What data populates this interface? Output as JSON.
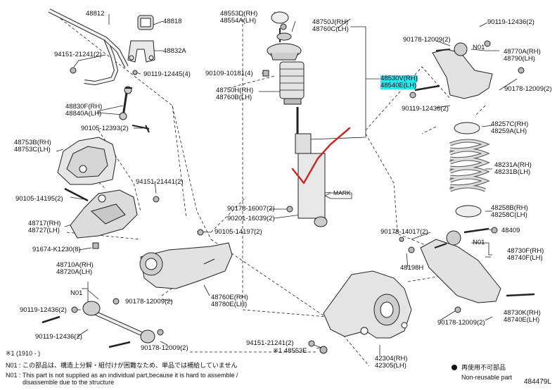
{
  "labels": {
    "p48812": "48812",
    "p48818": "48818",
    "p48832A": "48832A",
    "p94151_21241": "94151-21241(2)",
    "p90119_12445": "90119-12445(4)",
    "p48830F": "48830F(RH)",
    "p48840A": "48840A(LH)",
    "p90105_12393": "90105-12393(2)",
    "p48753B": "48753B(RH)",
    "p48753C": "48753C(LH)",
    "p94151_21441": "94151-21441(2)",
    "p90105_14195": "90105-14195(2)",
    "p48717": "48717(RH)",
    "p48727": "48727(LH)",
    "p91674": "91674-K1230(8)",
    "p48710A": "48710A(RH)",
    "p48720A": "48720A(LH)",
    "pN01a": "N01",
    "p90119_12436a": "90119-12436(2)",
    "p90119_12436b": "90119-12436(2)",
    "p90178_12009a": "90178-12009(2)",
    "p90178_12009b": "90178-12009(2)",
    "p48760E": "48760E(RH)",
    "p48780E": "48780E(LH)",
    "p90105_14197": "90105-14197(2)",
    "p48553D": "48553D(RH)",
    "p48554A": "48554A(LH)",
    "p48750J": "48750J(RH)",
    "p48760C": "48760C(LH)",
    "p90109_10181": "90109-10181(4)",
    "p48750H": "48750H(RH)",
    "p48760B": "48760B(LH)",
    "p48530V": "48530V(RH)",
    "p48540E": "48540E(LH)",
    "p90178_16007": "90178-16007(2)",
    "p90201_16039": "90201-16039(2)",
    "pMARK": "MARK",
    "p90119_12436c": "90119-12436(2)",
    "p90178_12009c": "90178-12009(2)",
    "pN01b": "N01",
    "p48770A": "48770A(RH)",
    "p48790": "48790(LH)",
    "p90178_12009d": "90178-12009(2)",
    "p90119_12436d": "90119-12436(2)",
    "p48257C": "48257C(RH)",
    "p48259A": "48259A(LH)",
    "p48231A": "48231A(RH)",
    "p48231B": "48231B(LH)",
    "p48258B": "48258B(RH)",
    "p48258C": "48258C(LH)",
    "p90178_14017": "90178-14017(2)",
    "p48409": "48409",
    "pN01c": "N01",
    "p48730F": "48730F(RH)",
    "p48740F": "48740F(LH)",
    "p48198H": "48198H",
    "p90178_12009e": "90178-12009(2)",
    "p48730K": "48730K(RH)",
    "p48740E": "48740E(LH)",
    "p94151_21241b": "94151-21241(2)",
    "p48553E": "※1 48553E",
    "p42304": "42304(RH)",
    "p42305": "42305(LH)"
  },
  "notes": {
    "star1": "※1 (1910 -        )",
    "n01_jp": "N01 : この部品は、構造上分解・組付けが困難なため、単品では補給していません",
    "n01_en1": "N01 : This part is not supplied as an individual part,because it is hard to assemble /",
    "n01_en2": "disassemble due to the structure",
    "legend_jp": "再使用不可部品",
    "legend_en": "Non-reusable part",
    "code": "484479L"
  },
  "colors": {
    "highlight": "#2ee6f0",
    "annotation": "#c0302a",
    "line": "#222222",
    "fill_light": "#e6e6e6",
    "fill_mid": "#bdbdbd"
  }
}
